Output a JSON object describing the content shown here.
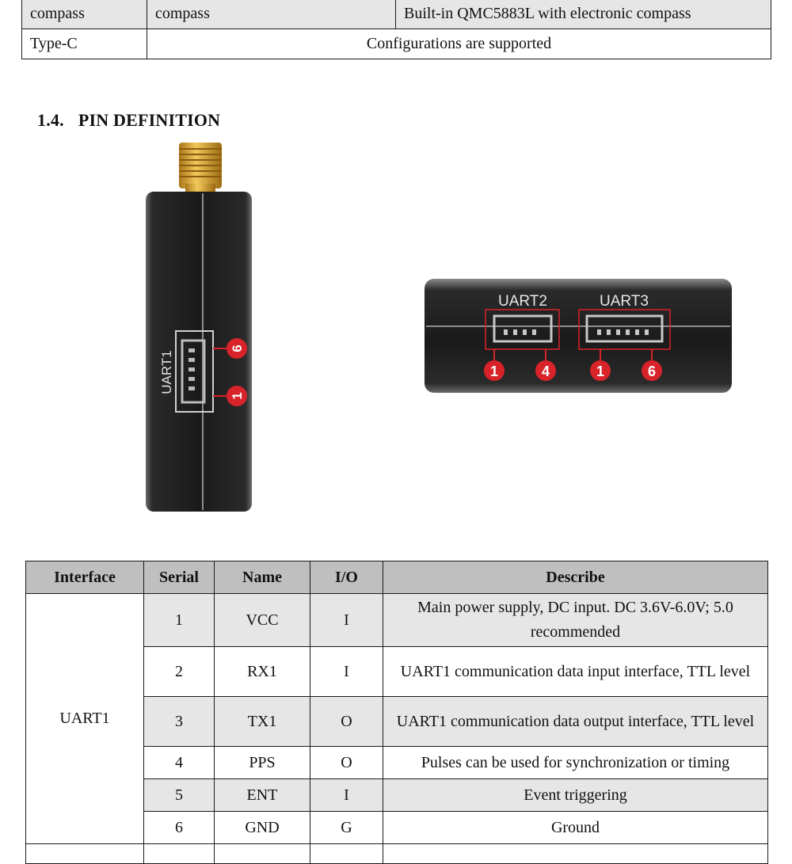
{
  "spec_table": {
    "rows": [
      {
        "col1": "compass",
        "col2": "compass",
        "col3": "Built-in QMC5883L with electronic compass"
      },
      {
        "col1": "Type-C",
        "merged": "Configurations are supported"
      }
    ]
  },
  "section": {
    "number": "1.4.",
    "title": "PIN DEFINITION"
  },
  "figure": {
    "left_device": {
      "port_label": "UART1",
      "pin_marks": [
        "6",
        "1"
      ]
    },
    "right_device": {
      "ports": [
        {
          "label": "UART2",
          "pin_marks": [
            "1",
            "4"
          ]
        },
        {
          "label": "UART3",
          "pin_marks": [
            "1",
            "6"
          ]
        }
      ]
    },
    "colors": {
      "body": "#1c1c1c",
      "badge": "#d8232a",
      "antenna": "#d9a62e",
      "outline": "#d0d0d0"
    }
  },
  "pin_table": {
    "headers": [
      "Interface",
      "Serial",
      "Name",
      "I/O",
      "Describe"
    ],
    "interface": "UART1",
    "rows": [
      {
        "serial": "1",
        "name": "VCC",
        "io": "I",
        "describe": "Main power supply, DC input. DC 3.6V-6.0V; 5.0 recommended"
      },
      {
        "serial": "2",
        "name": "RX1",
        "io": "I",
        "describe": "UART1 communication data input interface, TTL level"
      },
      {
        "serial": "3",
        "name": "TX1",
        "io": "O",
        "describe": "UART1 communication data output interface, TTL level"
      },
      {
        "serial": "4",
        "name": "PPS",
        "io": "O",
        "describe": "Pulses can be used for synchronization or timing"
      },
      {
        "serial": "5",
        "name": "ENT",
        "io": "I",
        "describe": "Event triggering"
      },
      {
        "serial": "6",
        "name": "GND",
        "io": "G",
        "describe": "Ground"
      }
    ]
  }
}
